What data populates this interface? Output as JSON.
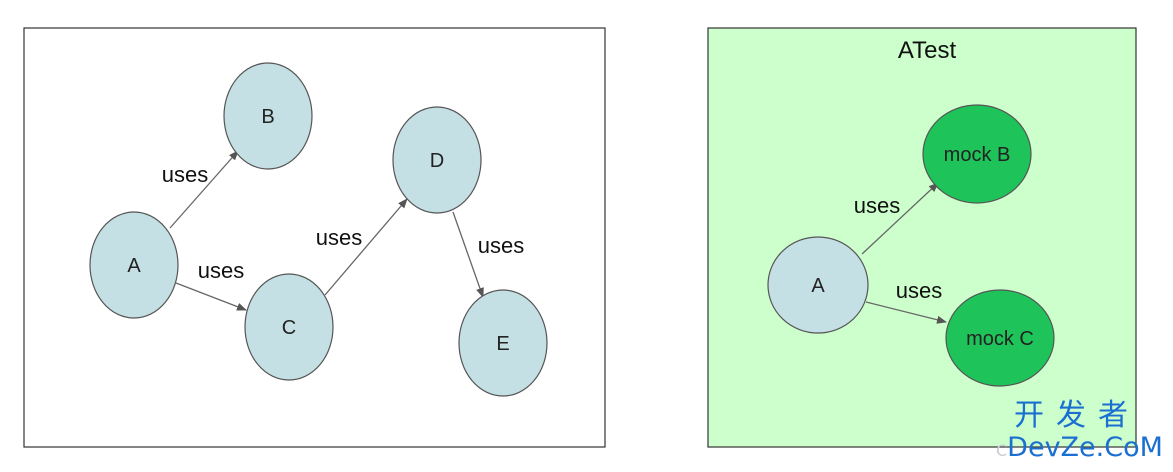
{
  "left_panel": {
    "nodes": [
      {
        "id": "A",
        "label": "A"
      },
      {
        "id": "B",
        "label": "B"
      },
      {
        "id": "C",
        "label": "C"
      },
      {
        "id": "D",
        "label": "D"
      },
      {
        "id": "E",
        "label": "E"
      }
    ],
    "edges": [
      {
        "from": "A",
        "to": "B",
        "label": "uses"
      },
      {
        "from": "A",
        "to": "C",
        "label": "uses"
      },
      {
        "from": "C",
        "to": "D",
        "label": "uses"
      },
      {
        "from": "D",
        "to": "E",
        "label": "uses"
      }
    ]
  },
  "right_panel": {
    "title": "ATest",
    "nodes": [
      {
        "id": "A",
        "label": "A"
      },
      {
        "id": "mockB",
        "label": "mock B"
      },
      {
        "id": "mockC",
        "label": "mock C"
      }
    ],
    "edges": [
      {
        "from": "A",
        "to": "mockB",
        "label": "uses"
      },
      {
        "from": "A",
        "to": "mockC",
        "label": "uses"
      }
    ]
  },
  "colors": {
    "node_fill": "#c5e0e4",
    "mock_fill": "#1ec45a",
    "panel_right_bg": "#ccffcc",
    "edge": "#666666"
  },
  "watermark": {
    "line1": "开发者",
    "faint_prefix": "C",
    "line2": "DevZe.CoM"
  }
}
